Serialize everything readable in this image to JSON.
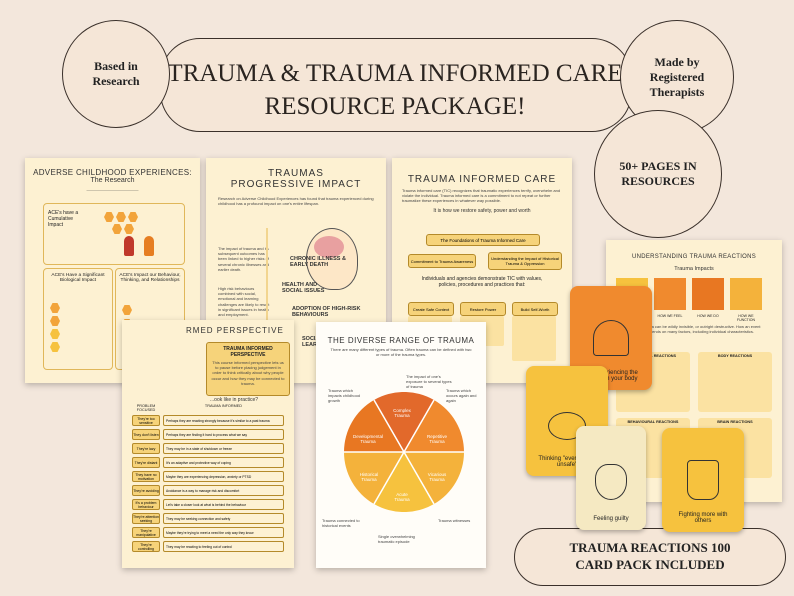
{
  "header": {
    "title_line1": "TRAUMA & TRAUMA INFORMED CARE",
    "title_line2": "RESOURCE PACKAGE!",
    "badge_left": "Based in Research",
    "badge_right": "Made by Registered Therapists",
    "badge_pages": "50+ PAGES IN RESOURCES",
    "footer_line1": "TRAUMA REACTIONS 100",
    "footer_line2": "CARD PACK INCLUDED"
  },
  "page1": {
    "title": "ADVERSE CHILDHOOD EXPERIENCES:",
    "subtitle": "The Research",
    "box1": "ACE's have a Cumulative Impact",
    "box2": "ACE's Have a Significant Biological Impact",
    "box3": "ACE's Impact our Behaviour, Thinking, and Relationships"
  },
  "page2": {
    "title1": "TRAUMAS",
    "title2": "PROGRESSIVE IMPACT",
    "label1": "CHRONIC ILLNESS & EARLY DEATH",
    "label2": "HEALTH AND SOCIAL ISSUES",
    "label3": "ADOPTION OF HIGH-RISK BEHAVIOURS",
    "label4": "SOCIAL, EMOTIONAL, & LEARN..."
  },
  "page3": {
    "title": "TRAUMA INFORMED CARE",
    "subtitle": "It is how we restore safety, power and worth",
    "foundations": "The Foundations of Trauma Informed Care",
    "f1": "Commitment to Trauma Awareness",
    "f2": "Understanding the Impact of Historical Trauma & Oppression",
    "mid": "Individuals and agencies demonstrate TIC with values, policies, procedures and practices that:",
    "p1": "Create Safe Context",
    "p2": "Restore Power",
    "p3": "Build Self-Worth"
  },
  "page4": {
    "title": "RMED PERSPECTIVE",
    "box": "TRAUMA INFORMED PERSPECTIVE",
    "question": "...ook like in practice?",
    "col1": "PROBLEM FOCUSED",
    "col2": "TRAUMA INFORMED"
  },
  "page5": {
    "title": "THE DIVERSE RANGE OF TRAUMA",
    "segments": [
      "Complex Trauma",
      "Repetitive Trauma",
      "Vicarious Trauma",
      "Acute Trauma",
      "Historical Trauma",
      "Developmental Trauma"
    ],
    "note1": "Trauma which impacts childhood growth",
    "note2": "The impact of one's exposure to several types of trauma",
    "note3": "Trauma which occurs again and again",
    "note4": "Trauma connected to historical events",
    "note5": "Single overwhelming traumatic episode",
    "note6": "Trauma witnesses"
  },
  "page6": {
    "title": "UNDERSTANDING TRAUMA REACTIONS",
    "sub": "Trauma Impacts",
    "labels": [
      "HOW WE THINK",
      "HOW WE FEEL",
      "HOW WE DO",
      "HOW WE FUNCTION"
    ],
    "sec1": "EMOTIONAL REACTIONS",
    "sec2": "BODY REACTIONS",
    "sec3": "BEHAVIOURAL REACTIONS",
    "sec4": "BRAIN REACTIONS"
  },
  "cards": {
    "c1": "Re-experiencing the trauma in your body",
    "c2": "Thinking \"everyone is unsafe\"",
    "c3": "Feeling guilty",
    "c4": "Fighting more with others"
  },
  "colors": {
    "orange": "#e87722",
    "yellow": "#f6c23e",
    "cream": "#fdf1d2",
    "background": "#f3e7dc"
  }
}
